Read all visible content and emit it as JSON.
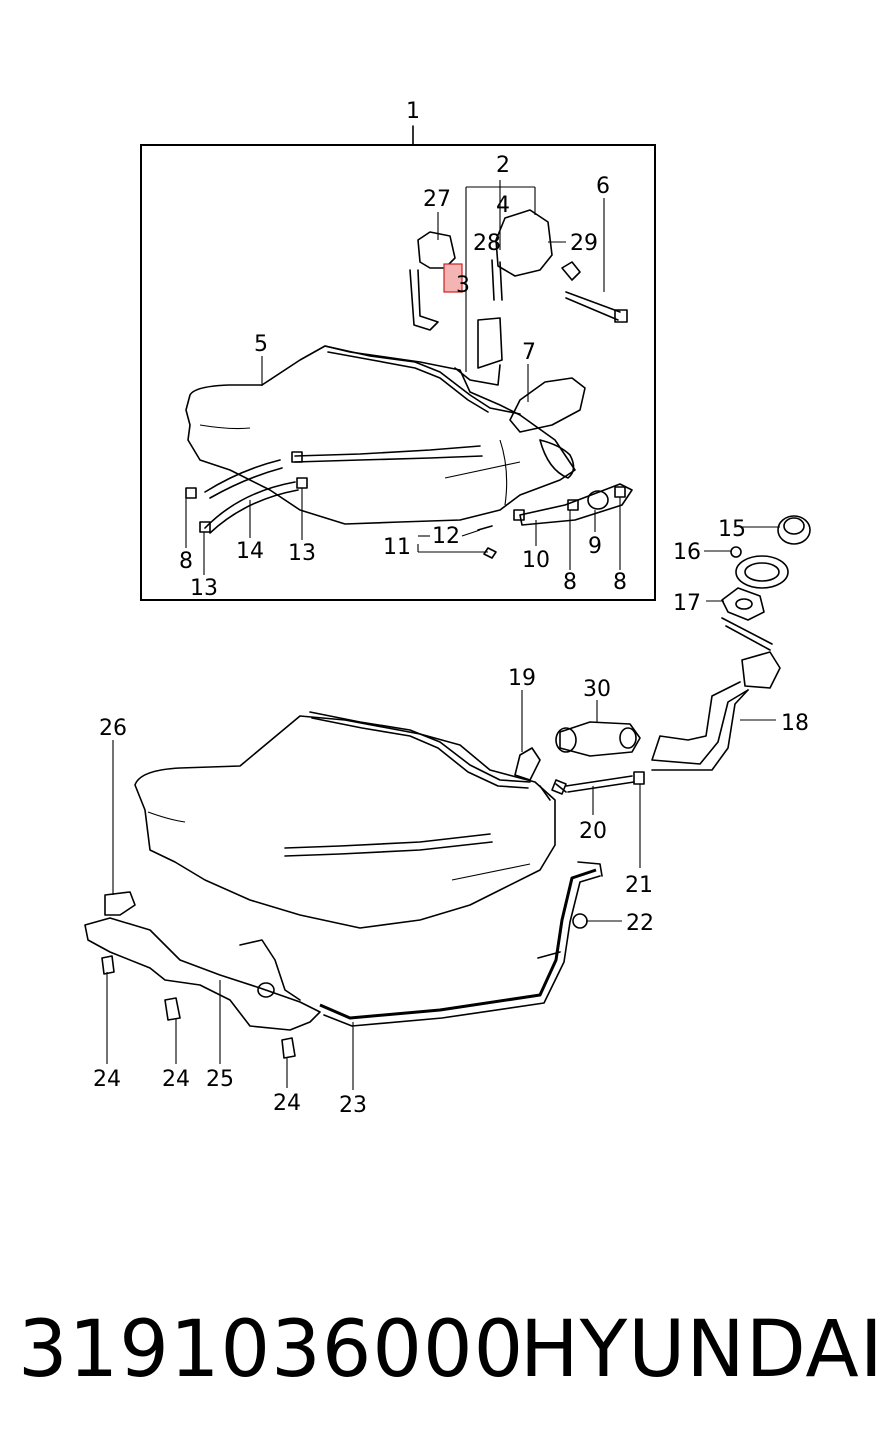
{
  "part_number": "3191036000",
  "brand": "HYUNDAI",
  "highlight_color": "#f4b4b4",
  "callouts": {
    "c1": "1",
    "c2": "2",
    "c27": "27",
    "c4": "4",
    "c6": "6",
    "c28": "28",
    "c29": "29",
    "c3": "3",
    "c5": "5",
    "c7": "7",
    "c8a": "8",
    "c14": "14",
    "c13a": "13",
    "c13b": "13",
    "c12": "12",
    "c11": "11",
    "c10": "10",
    "c8b": "8",
    "c9": "9",
    "c8c": "8",
    "c15": "15",
    "c16": "16",
    "c17": "17",
    "c18": "18",
    "c19": "19",
    "c30": "30",
    "c20": "20",
    "c21": "21",
    "c22": "22",
    "c26": "26",
    "c24a": "24",
    "c24b": "24",
    "c25": "25",
    "c24c": "24",
    "c23": "23"
  }
}
